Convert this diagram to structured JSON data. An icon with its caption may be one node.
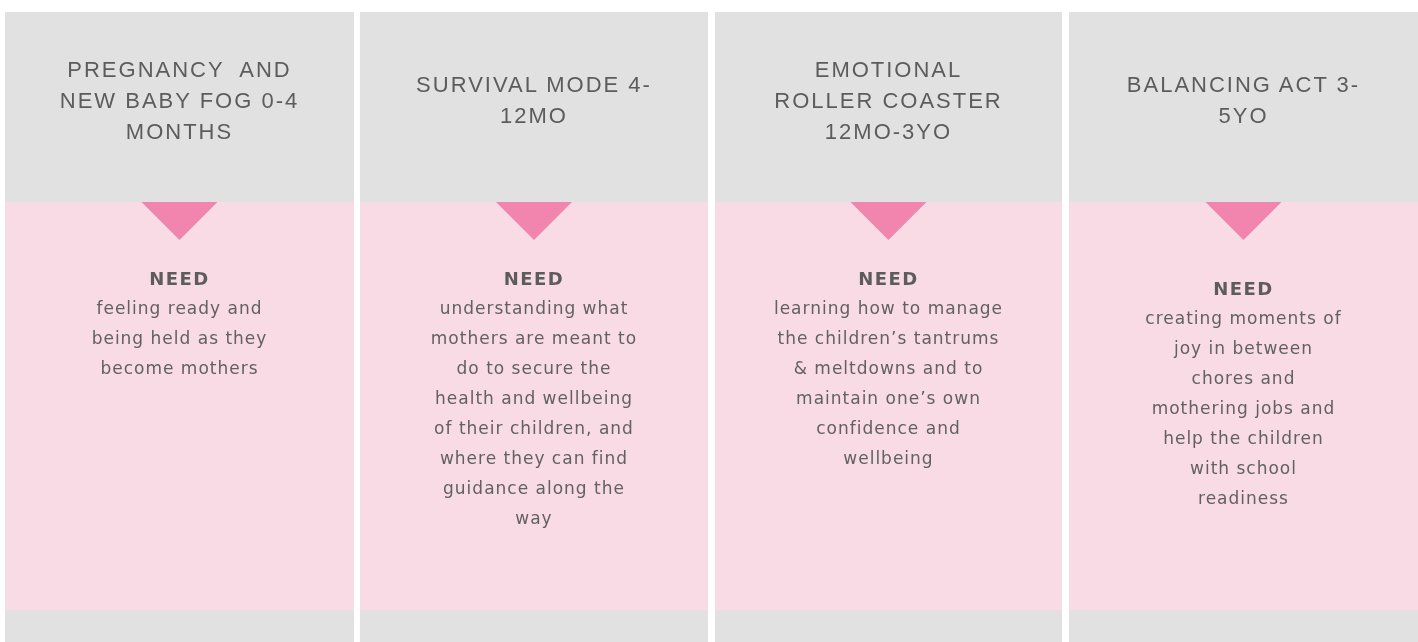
{
  "diagram": {
    "nodes": [
      {
        "text": [
          "PREGNANCY  AND NEW BABY FOG 0-4 MONTHS"
        ]
      },
      {
        "text": [
          "SURVIVAL MODE 4-12MO"
        ]
      },
      {
        "text": [
          "EMOTIONAL ROLLER COASTER 12MO-3YO"
        ]
      },
      {
        "text": [
          "BALANCING ACT 3-5YO"
        ]
      },
      {
        "text": [
          "NEED",
          "feeling ready and being held as they become mothers"
        ]
      },
      {
        "text": [
          "NEED",
          "understanding what mothers are meant to do to secure the health and wellbeing of their children, and where they can find guidance along the way"
        ]
      },
      {
        "text": [
          "NEED",
          "learning how to manage the children’s tantrums & meltdowns and to maintain one’s own confidence and wellbeing"
        ]
      },
      {
        "text": [
          "NEED",
          "creating moments of joy in between chores and mothering jobs and help the children with school readiness"
        ]
      }
    ],
    "edges": [
      {
        "from": 0,
        "to": 4,
        "arrow": "to"
      },
      {
        "from": 1,
        "to": 5,
        "arrow": "to"
      },
      {
        "from": 2,
        "to": 6,
        "arrow": "to"
      },
      {
        "from": 3,
        "to": 7,
        "arrow": "to"
      }
    ]
  }
}
